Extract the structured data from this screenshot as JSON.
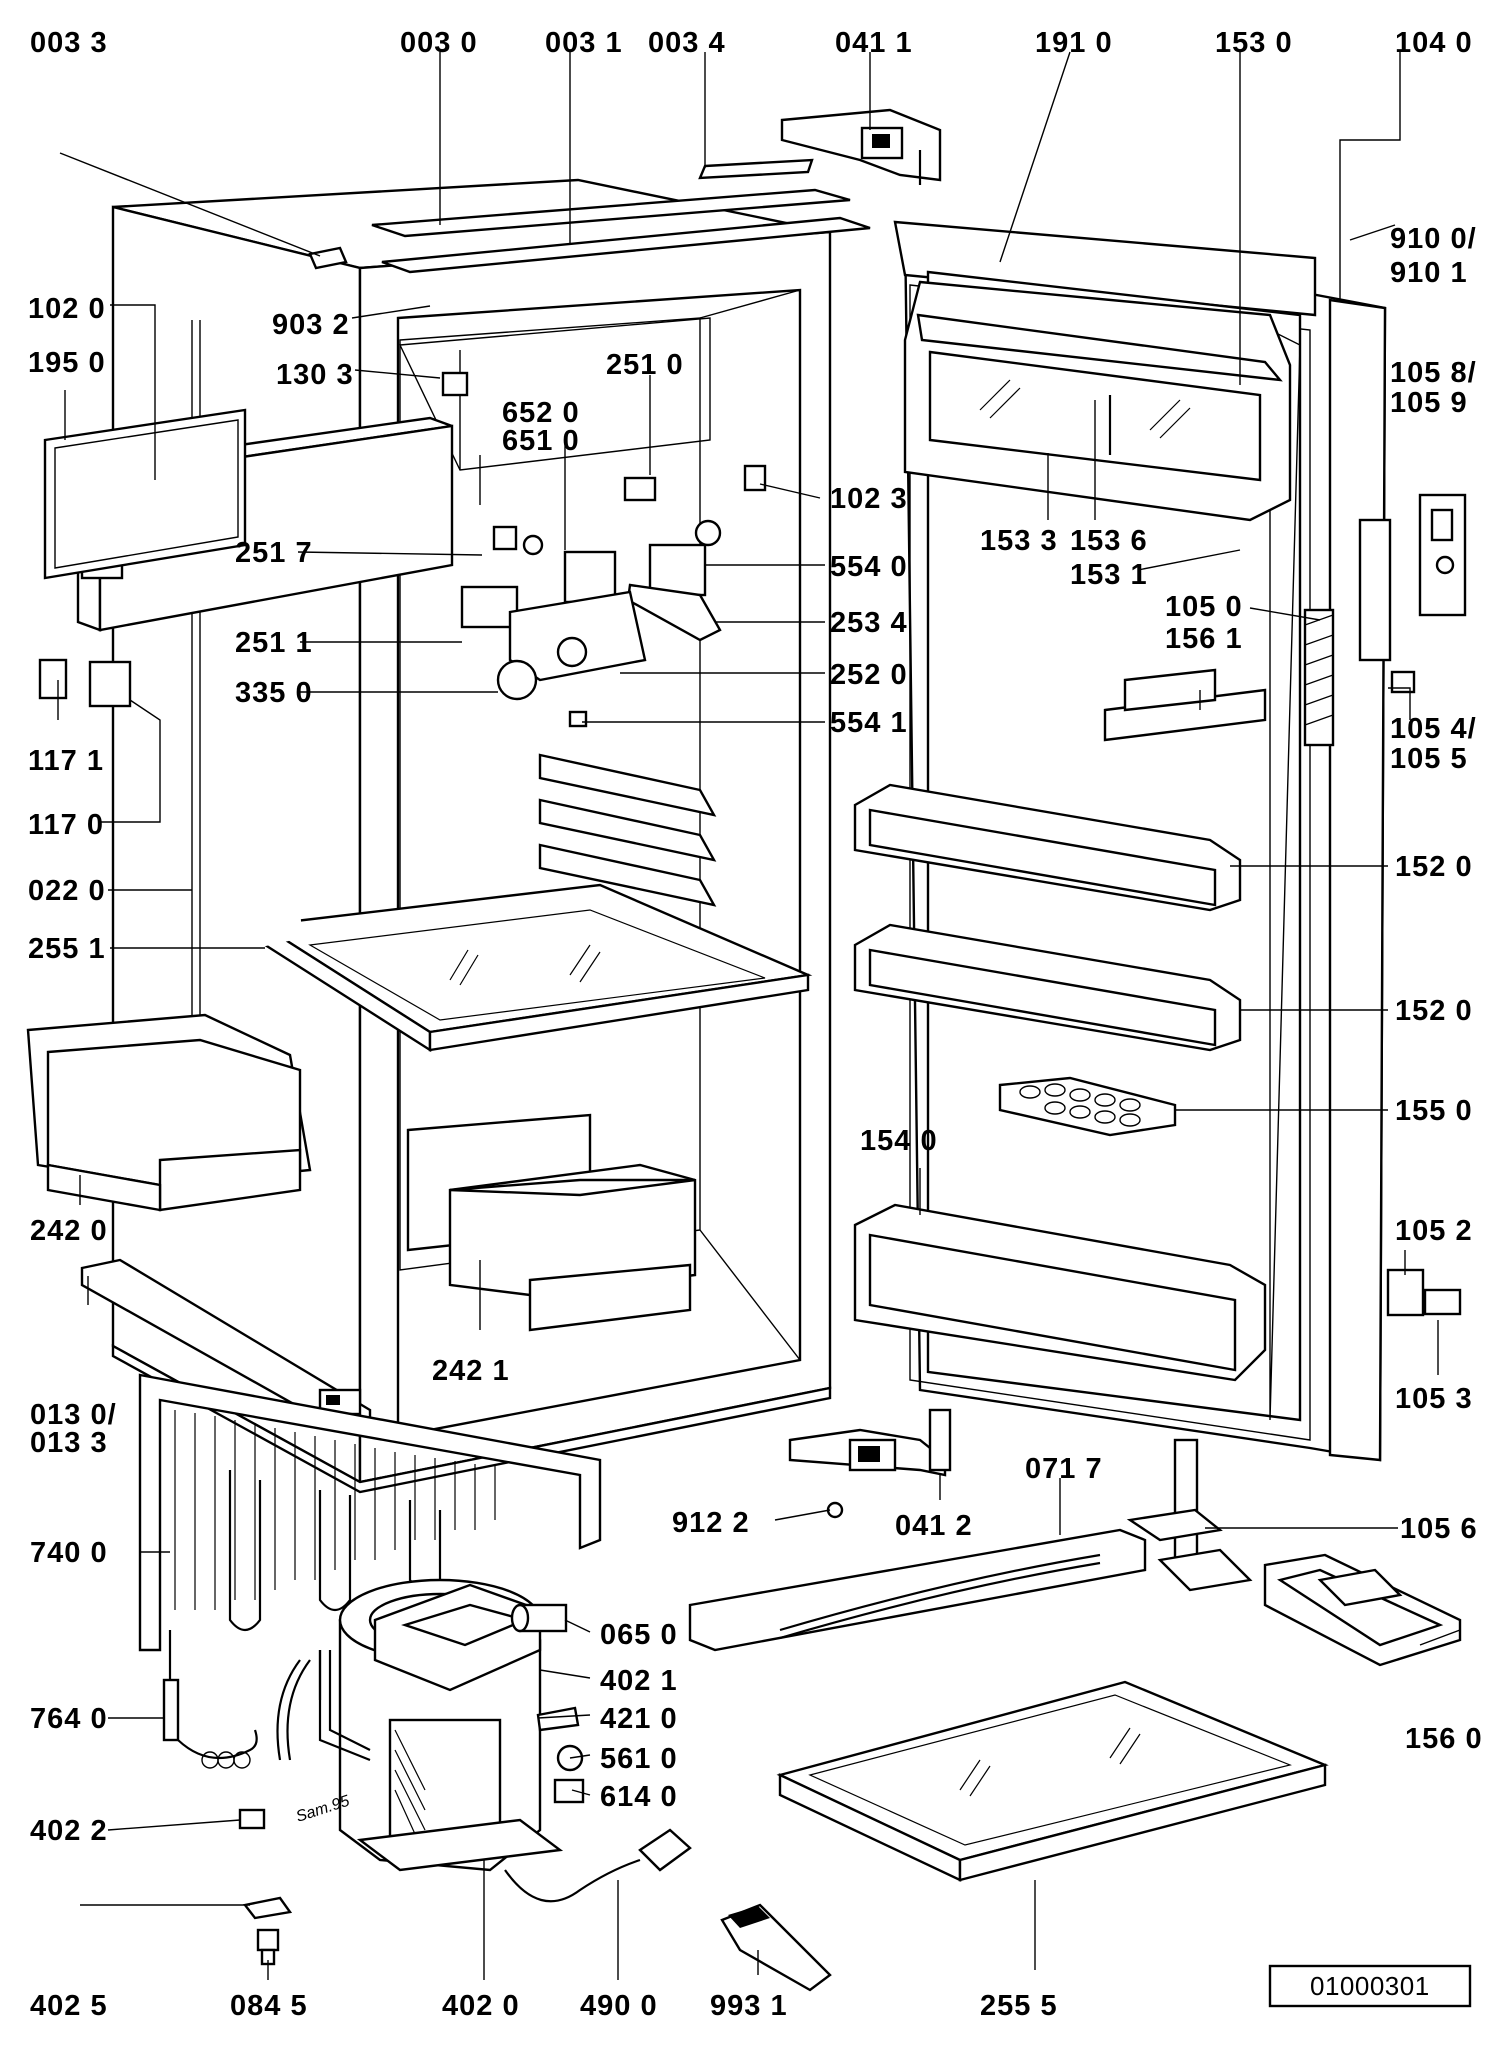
{
  "diagram": {
    "reference_number": "01000301",
    "signature": "Sam.95",
    "callouts": [
      {
        "id": "c0033",
        "label": "003 3"
      },
      {
        "id": "c0030",
        "label": "003 0"
      },
      {
        "id": "c0031",
        "label": "003 1"
      },
      {
        "id": "c0034",
        "label": "003 4"
      },
      {
        "id": "c0411",
        "label": "041 1"
      },
      {
        "id": "c1910",
        "label": "191 0"
      },
      {
        "id": "c1530",
        "label": "153 0"
      },
      {
        "id": "c1040",
        "label": "104 0"
      },
      {
        "id": "c9100",
        "label": "910 0/"
      },
      {
        "id": "c9101",
        "label": "910 1"
      },
      {
        "id": "c1020",
        "label": "102 0"
      },
      {
        "id": "c1950",
        "label": "195 0"
      },
      {
        "id": "c9032",
        "label": "903 2"
      },
      {
        "id": "c1303",
        "label": "130 3"
      },
      {
        "id": "c2510",
        "label": "251 0"
      },
      {
        "id": "c6520",
        "label": "652 0"
      },
      {
        "id": "c6510",
        "label": "651 0"
      },
      {
        "id": "c1023",
        "label": "102 3"
      },
      {
        "id": "c2517",
        "label": "251 7"
      },
      {
        "id": "c5540",
        "label": "554 0"
      },
      {
        "id": "c2511",
        "label": "251 1"
      },
      {
        "id": "c2534",
        "label": "253 4"
      },
      {
        "id": "c2520",
        "label": "252 0"
      },
      {
        "id": "c3350",
        "label": "335 0"
      },
      {
        "id": "c5541",
        "label": "554 1"
      },
      {
        "id": "c1058",
        "label": "105 8/"
      },
      {
        "id": "c1059",
        "label": "105 9"
      },
      {
        "id": "c1533",
        "label": "153 3"
      },
      {
        "id": "c1536",
        "label": "153 6"
      },
      {
        "id": "c1531",
        "label": "153 1"
      },
      {
        "id": "c1050",
        "label": "105 0"
      },
      {
        "id": "c1561",
        "label": "156 1"
      },
      {
        "id": "c1054",
        "label": "105 4/"
      },
      {
        "id": "c1055",
        "label": "105 5"
      },
      {
        "id": "c1171",
        "label": "117 1"
      },
      {
        "id": "c1170",
        "label": "117 0"
      },
      {
        "id": "c0220",
        "label": "022 0"
      },
      {
        "id": "c2551",
        "label": "255 1"
      },
      {
        "id": "c1520a",
        "label": "152 0"
      },
      {
        "id": "c1520b",
        "label": "152 0"
      },
      {
        "id": "c1550",
        "label": "155 0"
      },
      {
        "id": "c1540",
        "label": "154 0"
      },
      {
        "id": "c2420",
        "label": "242 0"
      },
      {
        "id": "c2421",
        "label": "242 1"
      },
      {
        "id": "c1052",
        "label": "105 2"
      },
      {
        "id": "c1053",
        "label": "105 3"
      },
      {
        "id": "c0130",
        "label": "013 0/"
      },
      {
        "id": "c0133",
        "label": "013 3"
      },
      {
        "id": "c0717",
        "label": "071 7"
      },
      {
        "id": "c9122",
        "label": "912 2"
      },
      {
        "id": "c0412",
        "label": "041 2"
      },
      {
        "id": "c1056",
        "label": "105 6"
      },
      {
        "id": "c7400",
        "label": "740 0"
      },
      {
        "id": "c0650",
        "label": "065 0"
      },
      {
        "id": "c4021",
        "label": "402 1"
      },
      {
        "id": "c7640",
        "label": "764 0"
      },
      {
        "id": "c4210",
        "label": "421 0"
      },
      {
        "id": "c5610",
        "label": "561 0"
      },
      {
        "id": "c6140",
        "label": "614 0"
      },
      {
        "id": "c1560",
        "label": "156 0"
      },
      {
        "id": "c4022",
        "label": "402 2"
      },
      {
        "id": "c4025",
        "label": "402 5"
      },
      {
        "id": "c0845",
        "label": "084 5"
      },
      {
        "id": "c4020",
        "label": "402 0"
      },
      {
        "id": "c4900",
        "label": "490 0"
      },
      {
        "id": "c9931",
        "label": "993 1"
      },
      {
        "id": "c2555",
        "label": "255 5"
      }
    ]
  }
}
